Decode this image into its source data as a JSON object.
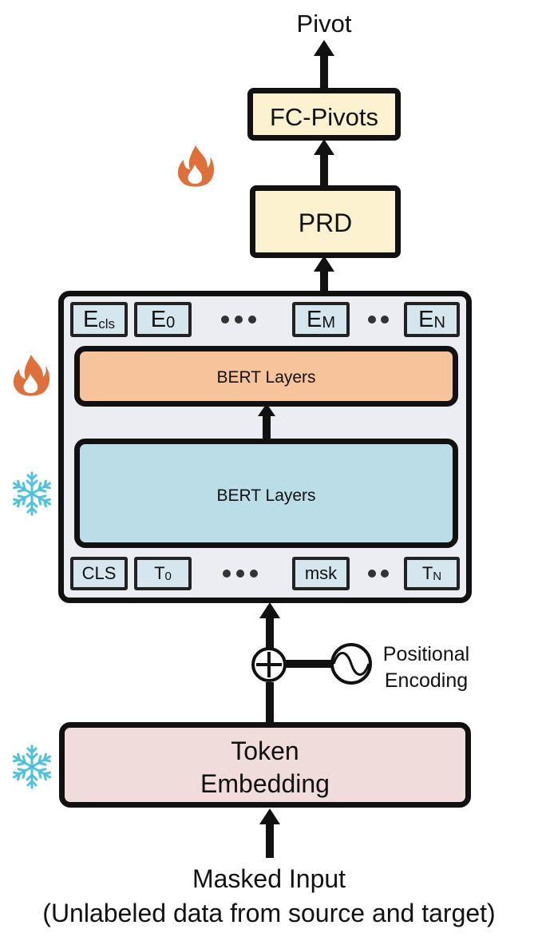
{
  "output": {
    "label": "Pivot"
  },
  "fc_pivots": {
    "label": "FC-Pivots"
  },
  "prd": {
    "label": "PRD"
  },
  "encoder": {
    "outputs": [
      {
        "main": "E",
        "sub": "cls"
      },
      {
        "main": "E",
        "sub": "0"
      },
      {
        "main": "E",
        "sub": "M"
      },
      {
        "main": "E",
        "sub": "N"
      }
    ],
    "top_layers": {
      "label": "BERT Layers"
    },
    "bottom_layers": {
      "label": "BERT Layers"
    },
    "inputs": [
      {
        "main": "CLS",
        "sub": ""
      },
      {
        "main": "T",
        "sub": "0"
      },
      {
        "main": "msk",
        "sub": ""
      },
      {
        "main": "T",
        "sub": "N"
      }
    ]
  },
  "positional": {
    "line1": "Positional",
    "line2": "Encoding"
  },
  "token_embedding": {
    "line1": "Token",
    "line2": "Embedding"
  },
  "input": {
    "line1": "Masked Input",
    "line2": "(Unlabeled data from source and target)"
  },
  "icons": {
    "trainable": "fire-icon",
    "frozen": "snowflake-icon",
    "fire_color": "#e0703a",
    "snow_color": "#4fc3dd"
  },
  "colors": {
    "fc_fill": "#fdf2d0",
    "prd_fill": "#fdf2d0",
    "encoder_fill": "#ececf3",
    "top_layers_fill": "#f7c39a",
    "bottom_layers_fill": "#badde8",
    "token_fill": "#d5e6ee",
    "embedding_fill": "#f1dcdc"
  }
}
